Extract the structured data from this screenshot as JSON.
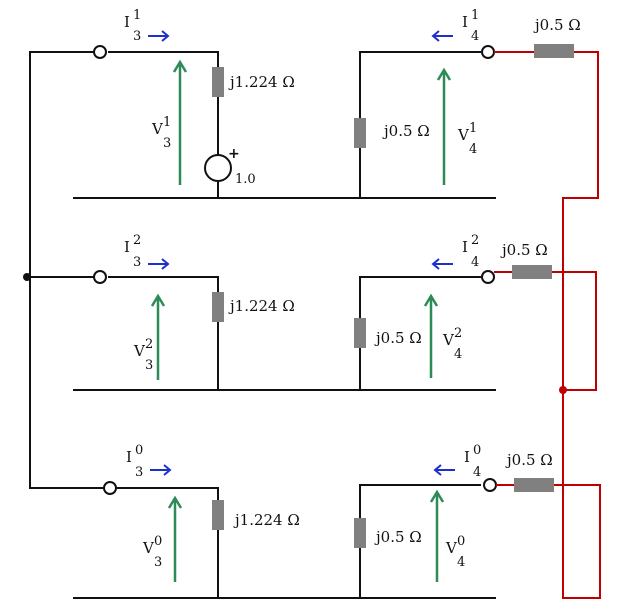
{
  "diagram": {
    "source_voltage_label": "1.0",
    "source_polarity": "+",
    "colors": {
      "wire": "#111111",
      "series_connection": "#c00000",
      "current_arrow": "#1f2fcc",
      "voltage_arrow": "#2e8b57",
      "resistor": "#808080"
    },
    "networks": [
      {
        "current_left": {
          "main": "I",
          "sub": "3",
          "sup": "1"
        },
        "voltage_left": {
          "main": "V",
          "sub": "3",
          "sup": "1"
        },
        "impedance_left": "j1.224 Ω",
        "current_right": {
          "main": "I",
          "sub": "4",
          "sup": "1"
        },
        "voltage_right": {
          "main": "V",
          "sub": "4",
          "sup": "1"
        },
        "impedance_shunt_right": "j0.5 Ω",
        "impedance_series_right": "j0.5 Ω"
      },
      {
        "current_left": {
          "main": "I",
          "sub": "3",
          "sup": "2"
        },
        "voltage_left": {
          "main": "V",
          "sub": "3",
          "sup": "2"
        },
        "impedance_left": "j1.224 Ω",
        "current_right": {
          "main": "I",
          "sub": "4",
          "sup": "2"
        },
        "voltage_right": {
          "main": "V",
          "sub": "4",
          "sup": "2"
        },
        "impedance_shunt_right": "j0.5 Ω",
        "impedance_series_right": "j0.5 Ω"
      },
      {
        "current_left": {
          "main": "I",
          "sub": "3",
          "sup": "0"
        },
        "voltage_left": {
          "main": "V",
          "sub": "3",
          "sup": "0"
        },
        "impedance_left": "j1.224 Ω",
        "current_right": {
          "main": "I",
          "sub": "4",
          "sup": "0"
        },
        "voltage_right": {
          "main": "V",
          "sub": "4",
          "sup": "0"
        },
        "impedance_shunt_right": "j0.5 Ω",
        "impedance_series_right": "j0.5 Ω"
      }
    ]
  }
}
